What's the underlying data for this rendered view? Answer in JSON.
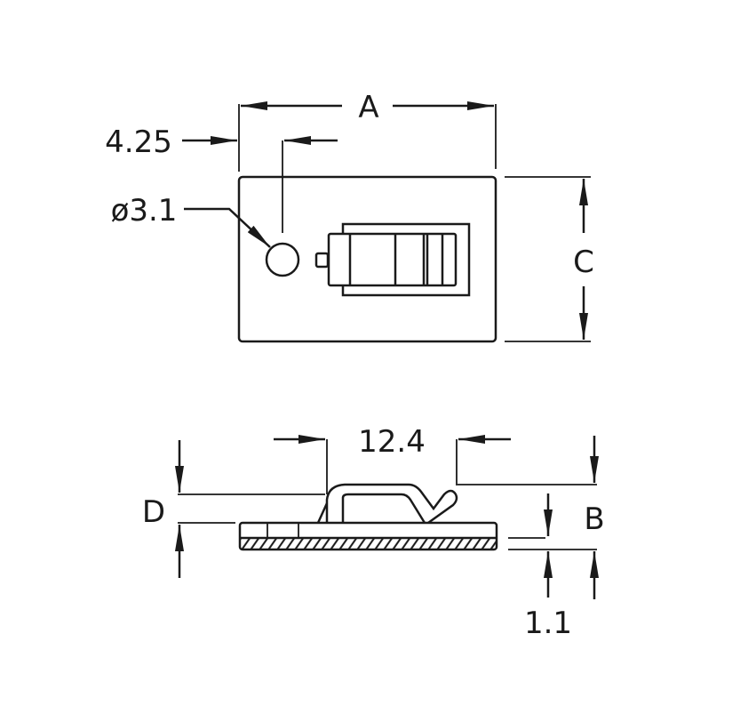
{
  "drawing": {
    "top_view": {
      "dim_a": "A",
      "dim_offset": "4.25",
      "dim_hole": "ø3.1",
      "dim_c": "C"
    },
    "side_view": {
      "dim_width": "12.4",
      "dim_d": "D",
      "dim_b": "B",
      "dim_thickness": "1.1"
    },
    "line_color": "#1a1a1a"
  }
}
